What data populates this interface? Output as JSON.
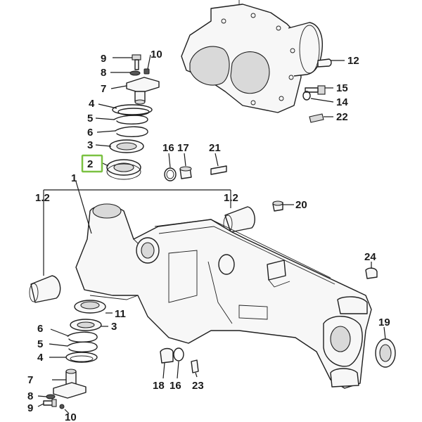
{
  "callouts": {
    "c1": "1",
    "c1_2": "1.2",
    "c2": "2",
    "c3": "3",
    "c4": "4",
    "c5": "5",
    "c6": "6",
    "c7": "7",
    "c8": "8",
    "c9": "9",
    "c10": "10",
    "c11": "11",
    "c12": "12",
    "c14": "14",
    "c15": "15",
    "c16": "16",
    "c17": "17",
    "c18": "18",
    "c19": "19",
    "c20": "20",
    "c21": "21",
    "c22": "22",
    "c23": "23",
    "c24": "24"
  },
  "highlighted_callout": "2",
  "colors": {
    "highlight": "#7bc142",
    "line": "#1f1f1f",
    "background": "#ffffff"
  }
}
